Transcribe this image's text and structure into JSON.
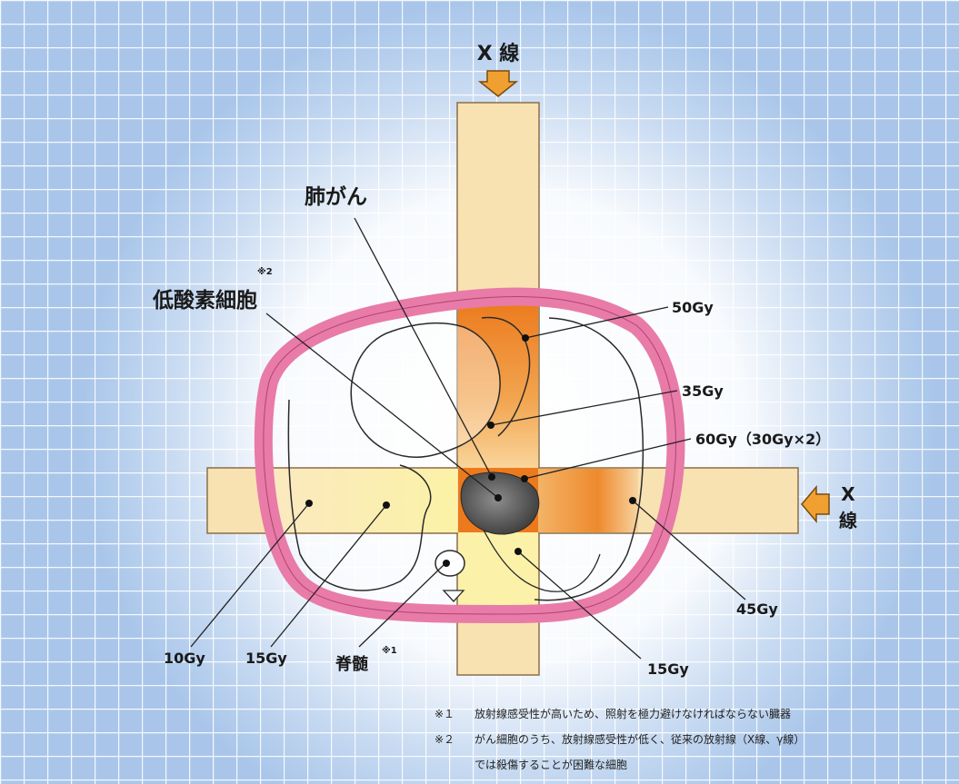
{
  "beams": {
    "top_label": "X 線",
    "right_label_1": "X",
    "right_label_2": "線"
  },
  "labels": {
    "lung_cancer": "肺がん",
    "hypoxic_cell": "低酸素細胞",
    "hypoxic_mark": "※2",
    "spinal_cord": "脊髄",
    "spinal_mark": "※1"
  },
  "doses": {
    "d50": "50Gy",
    "d35": "35Gy",
    "d60": "60Gy（30Gy×2）",
    "d45": "45Gy",
    "d15_right": "15Gy",
    "d10": "10Gy",
    "d15_left": "15Gy"
  },
  "notes": {
    "n1_mark": "※１",
    "n1_text": "放射線感受性が高いため、照射を極力避けなければならない臓器",
    "n2_mark": "※２",
    "n2_text": "がん細胞のうち、放射線感受性が低く、従来の放射線（X線、γ線）",
    "n2_text2": "では殺傷することが困難な細胞"
  },
  "colors": {
    "background_grid": "#a9c6ea",
    "beam": "#f8e2b2",
    "beam_border": "#8a6e4a",
    "body_ring": "#e87ba8",
    "dose_high": "#ec7a1d",
    "arrow": "#f0a030",
    "tumor": "#5a5a5a"
  }
}
